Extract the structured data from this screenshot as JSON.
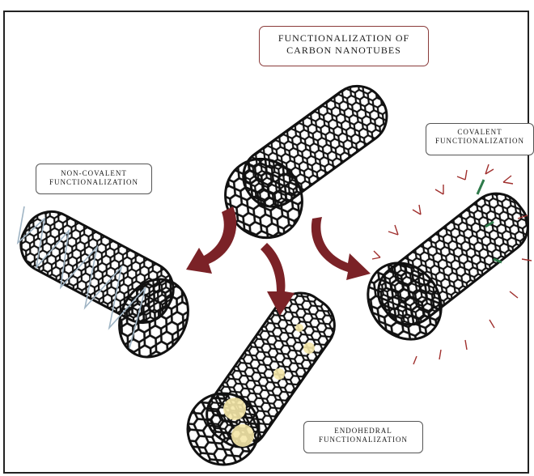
{
  "title": {
    "line1": "FUNCTIONALIZATION OF",
    "line2": "CARBON NANOTUBES"
  },
  "non_covalent": {
    "line1": "NON-COVALENT",
    "line2": "FUNCTIONALIZATION"
  },
  "covalent": {
    "line1": "COVALENT",
    "line2": "FUNCTIONALIZATION"
  },
  "endohedral": {
    "line1": "ENDOHEDRAL",
    "line2": "FUNCTIONALIZATION"
  },
  "colors": {
    "tube": "#111111",
    "arrow": "#7b2227",
    "polymer_wrap": "#9fb4c4",
    "functional_group_red": "#a0302e",
    "functional_group_green": "#2e7a4a",
    "endohedral_filler": "#f5e7a8",
    "label_border": "#8a3b3a"
  },
  "icons": [
    "nanotube-icon",
    "arrow-icon",
    "polymer-wrap-icon",
    "functional-group-icon",
    "filler-particle-icon"
  ]
}
